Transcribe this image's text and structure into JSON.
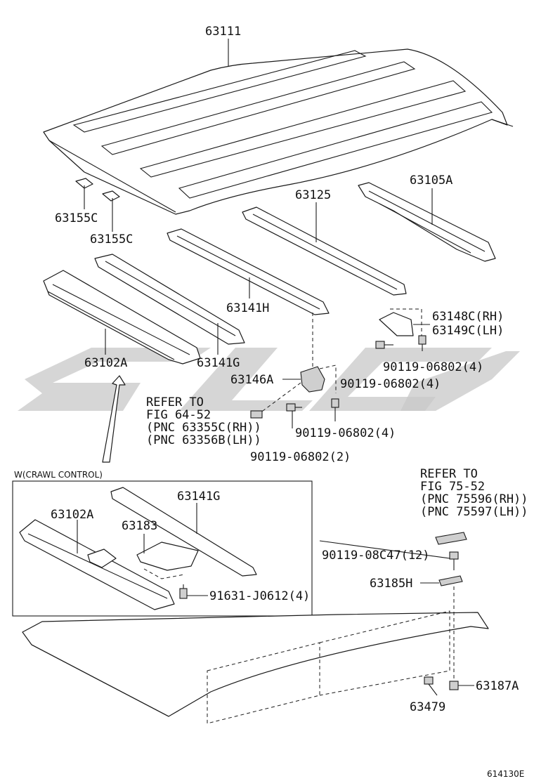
{
  "figure_code": "614130E",
  "inset_title": "W(CRAWL CONTROL)",
  "labels": {
    "p63111": "63111",
    "p63105A": "63105A",
    "p63125": "63125",
    "p63155C_1": "63155C",
    "p63155C_2": "63155C",
    "p63141H": "63141H",
    "p63148C": "63148C(RH)",
    "p63149C": "63149C(LH)",
    "p63102A": "63102A",
    "p63141G": "63141G",
    "p90119_a": "90119-06802(4)",
    "p63146A": "63146A",
    "p90119_b": "90119-06802(4)",
    "p90119_c": "90119-06802(4)",
    "p90119_d": "90119-06802(2)",
    "inset_63141G": "63141G",
    "inset_63102A": "63102A",
    "inset_63183": "63183",
    "inset_91631": "91631-J0612(4)",
    "p90119_08C47": "90119-08C47(12)",
    "p63185H": "63185H",
    "p63187A": "63187A",
    "p63479": "63479"
  },
  "refer_left": {
    "line1": "REFER TO",
    "line2": "FIG 64-52",
    "line3": "(PNC 63355C(RH))",
    "line4": "(PNC 63356B(LH))"
  },
  "refer_right": {
    "line1": "REFER TO",
    "line2": "FIG 75-52",
    "line3": "(PNC 75596(RH))",
    "line4": "(PNC 75597(LH))"
  },
  "colors": {
    "line": "#1a1a1a",
    "watermark": "#c8c8c8",
    "background": "#ffffff"
  }
}
